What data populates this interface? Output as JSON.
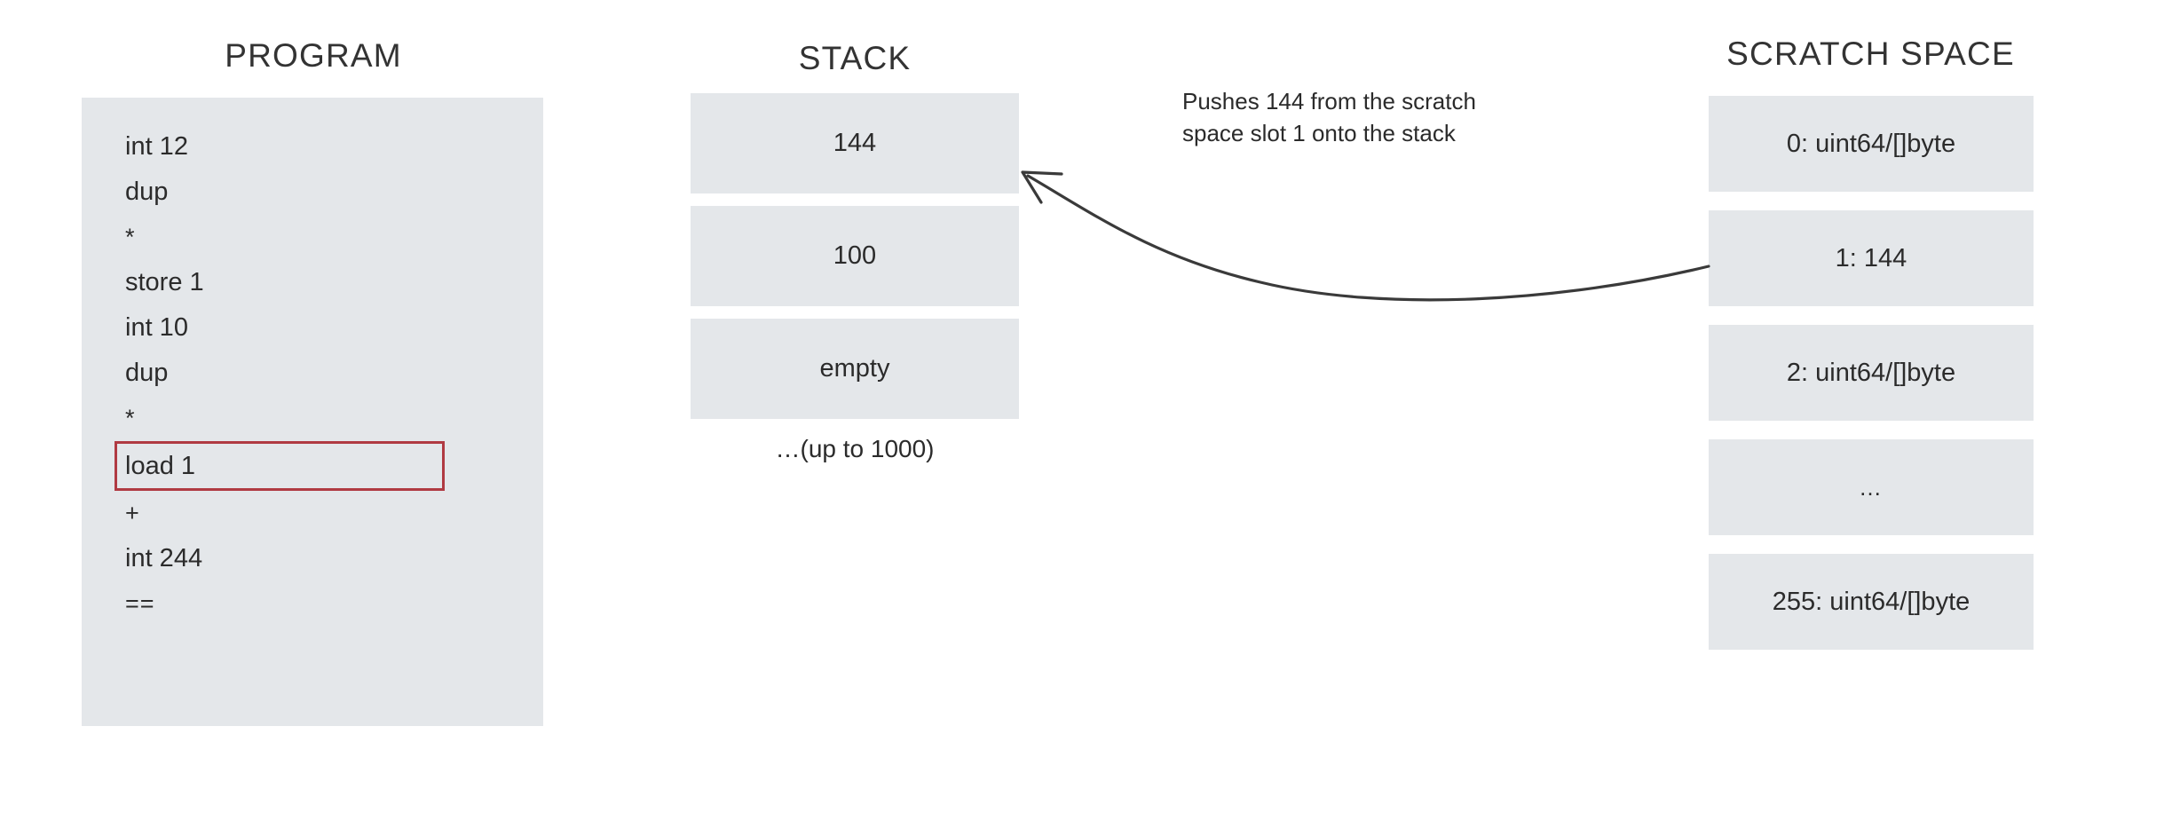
{
  "columns": {
    "program": {
      "title": "PROGRAM",
      "instructions": [
        {
          "text": "int 12",
          "highlighted": false
        },
        {
          "text": "dup",
          "highlighted": false
        },
        {
          "text": "*",
          "highlighted": false
        },
        {
          "text": "store 1",
          "highlighted": false
        },
        {
          "text": "int 10",
          "highlighted": false
        },
        {
          "text": "dup",
          "highlighted": false
        },
        {
          "text": "*",
          "highlighted": false
        },
        {
          "text": "load 1",
          "highlighted": true
        },
        {
          "text": "+",
          "highlighted": false
        },
        {
          "text": "int 244",
          "highlighted": false
        },
        {
          "text": "==",
          "highlighted": false
        }
      ]
    },
    "stack": {
      "title": "STACK",
      "slots": [
        "144",
        "100",
        "empty"
      ],
      "note": "…(up to 1000)"
    },
    "scratch": {
      "title": "SCRATCH SPACE",
      "slots": [
        "0: uint64/[]byte",
        "1: 144",
        "2: uint64/[]byte",
        "…",
        "255: uint64/[]byte"
      ]
    }
  },
  "annotation": {
    "line1": "Pushes 144 from the scratch",
    "line2": "space slot 1 onto the stack"
  },
  "colors": {
    "slot_background": "#e4e7ea",
    "highlight_border": "#b03a42",
    "text": "#2b2b2b",
    "arrow": "#3a3a3a"
  }
}
